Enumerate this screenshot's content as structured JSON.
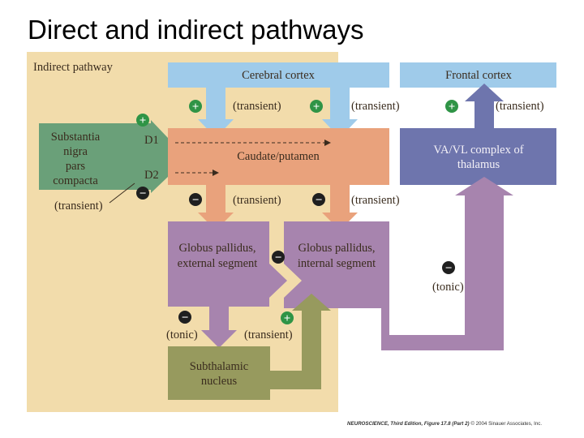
{
  "slide": {
    "title": "Direct and indirect pathways"
  },
  "diagram": {
    "panel_label": "Indirect pathway",
    "boxes": {
      "cerebral_cortex": "Cerebral cortex",
      "frontal_cortex": "Frontal cortex",
      "snc": [
        "Substantia",
        "nigra",
        "pars",
        "compacta"
      ],
      "caudate_putamen": "Caudate/putamen",
      "thalamus": [
        "VA/VL complex of",
        "thalamus"
      ],
      "gpe": [
        "Globus pallidus,",
        "external segment"
      ],
      "gpi": [
        "Globus pallidus,",
        "internal segment"
      ],
      "stn": [
        "Subthalamic",
        "nucleus"
      ]
    },
    "receptors": {
      "d1": "D1",
      "d2": "D2"
    },
    "signs": {
      "plus": "+",
      "minus": "−"
    },
    "connection_labels": {
      "cortex_to_striatum_1": "(transient)",
      "cortex_to_striatum_2": "(transient)",
      "thalamus_to_frontal": "(transient)",
      "snc_to_striatum": "(transient)",
      "striatum_to_gpe": "(transient)",
      "striatum_to_gpi": "(transient)",
      "gpi_to_thalamus": "(tonic)",
      "gpe_to_stn": "(tonic)",
      "stn_to_gpi": "(transient)"
    },
    "colors": {
      "indirect_panel": "#f2dcab",
      "cortex": "#9fcbea",
      "striatum": "#e9a27c",
      "thalamus": "#6e75ad",
      "pallidum": "#a784ae",
      "snc": "#6aa079",
      "stn": "#979a5e",
      "excitatory_sign": "#2f9446",
      "inhibitory_sign": "#1f1f1f"
    }
  },
  "credit": {
    "book": "NEUROSCIENCE, Third Edition, Figure 17.8 (Part 2)",
    "copyright": "© 2004 Sinauer Associates, Inc."
  }
}
